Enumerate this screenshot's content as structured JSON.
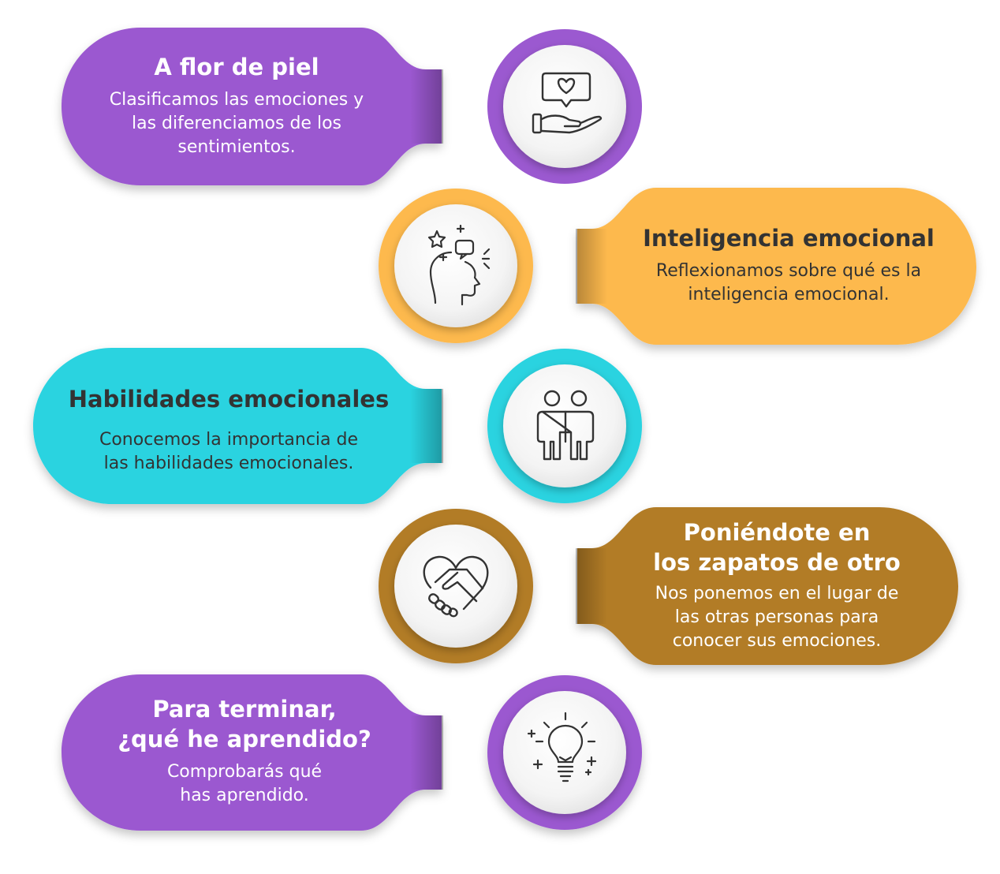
{
  "steps": [
    {
      "title": "A flor de piel",
      "description": "Clasificamos las emociones y\nlas diferenciamos de los\nsentimientos.",
      "icon": "heart-hand-icon",
      "color": "#9b59d0"
    },
    {
      "title": "Inteligencia emocional",
      "description": "Reflexionamos sobre qué es la\ninteligencia emocional.",
      "icon": "head-thoughts-icon",
      "color": "#fdb94e"
    },
    {
      "title": "Habilidades emocionales",
      "description": "Conocemos la importancia de\nlas habilidades emocionales.",
      "icon": "people-icon",
      "color": "#2ad3e0"
    },
    {
      "title": "Poniéndote en\nlos zapatos de otro",
      "description": "Nos ponemos en el lugar de\nlas otras personas para\nconocer sus emociones.",
      "icon": "handshake-heart-icon",
      "color": "#b27b26"
    },
    {
      "title": "Para terminar,\n¿qué he aprendido?",
      "description": "Comprobarás qué\nhas aprendido.",
      "icon": "lightbulb-icon",
      "color": "#9b59d0"
    }
  ],
  "text_colors": {
    "light": "#ffffff",
    "dark": "#333333"
  }
}
